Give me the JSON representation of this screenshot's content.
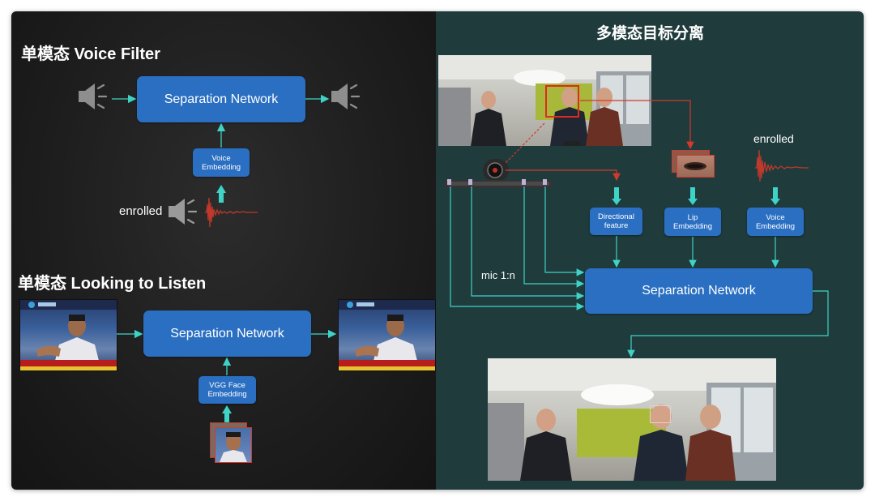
{
  "left_panel": {
    "voice_filter": {
      "heading": "单模态 Voice Filter",
      "separation_label": "Separation Network",
      "embedding_label_line1": "Voice",
      "embedding_label_line2": "Embedding",
      "enrolled_label": "enrolled"
    },
    "looking_to_listen": {
      "heading": "单模态 Looking to Listen",
      "separation_label": "Separation Network",
      "embedding_label_line1": "VGG Face",
      "embedding_label_line2": "Embedding"
    }
  },
  "right_panel": {
    "heading": "多模态目标分离",
    "directional_label_line1": "Directional",
    "directional_label_line2": "feature",
    "lip_label_line1": "Lip",
    "lip_label_line2": "Embedding",
    "voice_label_line1": "Voice",
    "voice_label_line2": "Embedding",
    "enrolled_label": "enrolled",
    "mic_label": "mic 1:n",
    "separation_label": "Separation Network"
  },
  "colors": {
    "left_background": "#1c1c1c",
    "right_background": "#1f3b3c",
    "box_blue": "#2a6fc2",
    "arrow_teal": "#3fd2c6",
    "highlight_red": "#d23a2e"
  },
  "icons": [
    "speaker-icon",
    "waveform-icon",
    "microphone-array-icon",
    "camera-icon"
  ]
}
